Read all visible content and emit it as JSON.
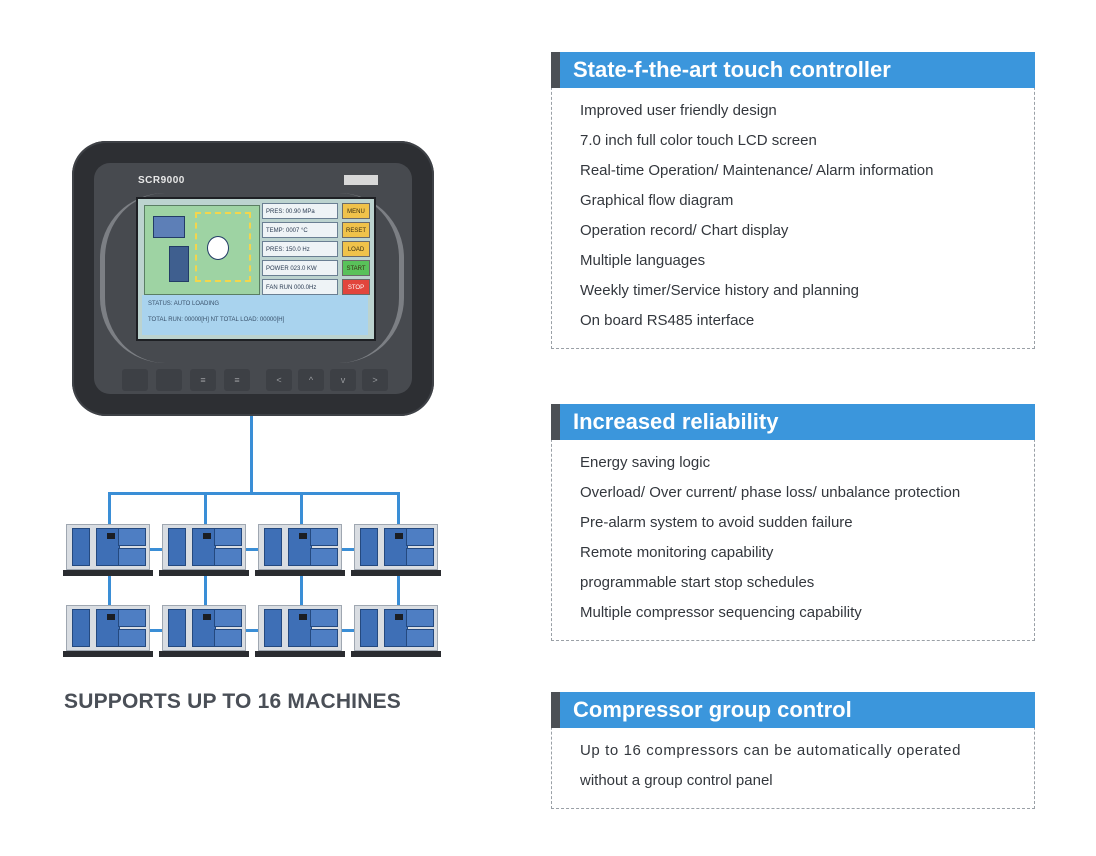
{
  "controller": {
    "model": "SCR9000",
    "screen": {
      "readouts": [
        "PRES: 00.90 MPa",
        "TEMP: 0007 °C",
        "PRES: 150.0 Hz",
        "POWER 023.0 KW",
        "FAN RUN 000.0Hz"
      ],
      "buttons": [
        {
          "label": "MENU",
          "color": "#f0c24a"
        },
        {
          "label": "RESET",
          "color": "#f0c24a"
        },
        {
          "label": "LOAD",
          "color": "#f0c24a"
        },
        {
          "label": "START",
          "color": "#59c25a"
        },
        {
          "label": "STOP",
          "color": "#e2453c"
        }
      ],
      "status_line1": "STATUS:    AUTO LOADING",
      "status_line2": "TOTAL RUN: 00000[H] NT    TOTAL LOAD: 00000[H]"
    },
    "keys": [
      "",
      "",
      "≡",
      "≡",
      "<",
      "^",
      "v",
      ">"
    ]
  },
  "supports_caption": "SUPPORTS UP TO 16 MACHINES",
  "sections": [
    {
      "title": "State-f-the-art touch controller",
      "items": [
        "Improved user friendly design",
        "7.0 inch full color touch LCD screen",
        "Real-time Operation/ Maintenance/ Alarm information",
        "Graphical flow diagram",
        "Operation record/ Chart display",
        "Multiple languages",
        "Weekly timer/Service history and planning",
        "On board RS485 interface"
      ]
    },
    {
      "title": "Increased reliability",
      "items": [
        "Energy saving logic",
        "Overload/ Over current/ phase loss/ unbalance protection",
        "Pre-alarm system to avoid sudden failure",
        "Remote monitoring capability",
        "programmable start stop schedules",
        "Multiple compressor sequencing capability"
      ]
    },
    {
      "title": "Compressor group control",
      "items": [
        "Up to 16 compressors can be automatically operated",
        "without a group control panel"
      ]
    }
  ],
  "colors": {
    "accent": "#3b96dc",
    "header_tab": "#4c5055",
    "wire": "#3a8ed6"
  }
}
